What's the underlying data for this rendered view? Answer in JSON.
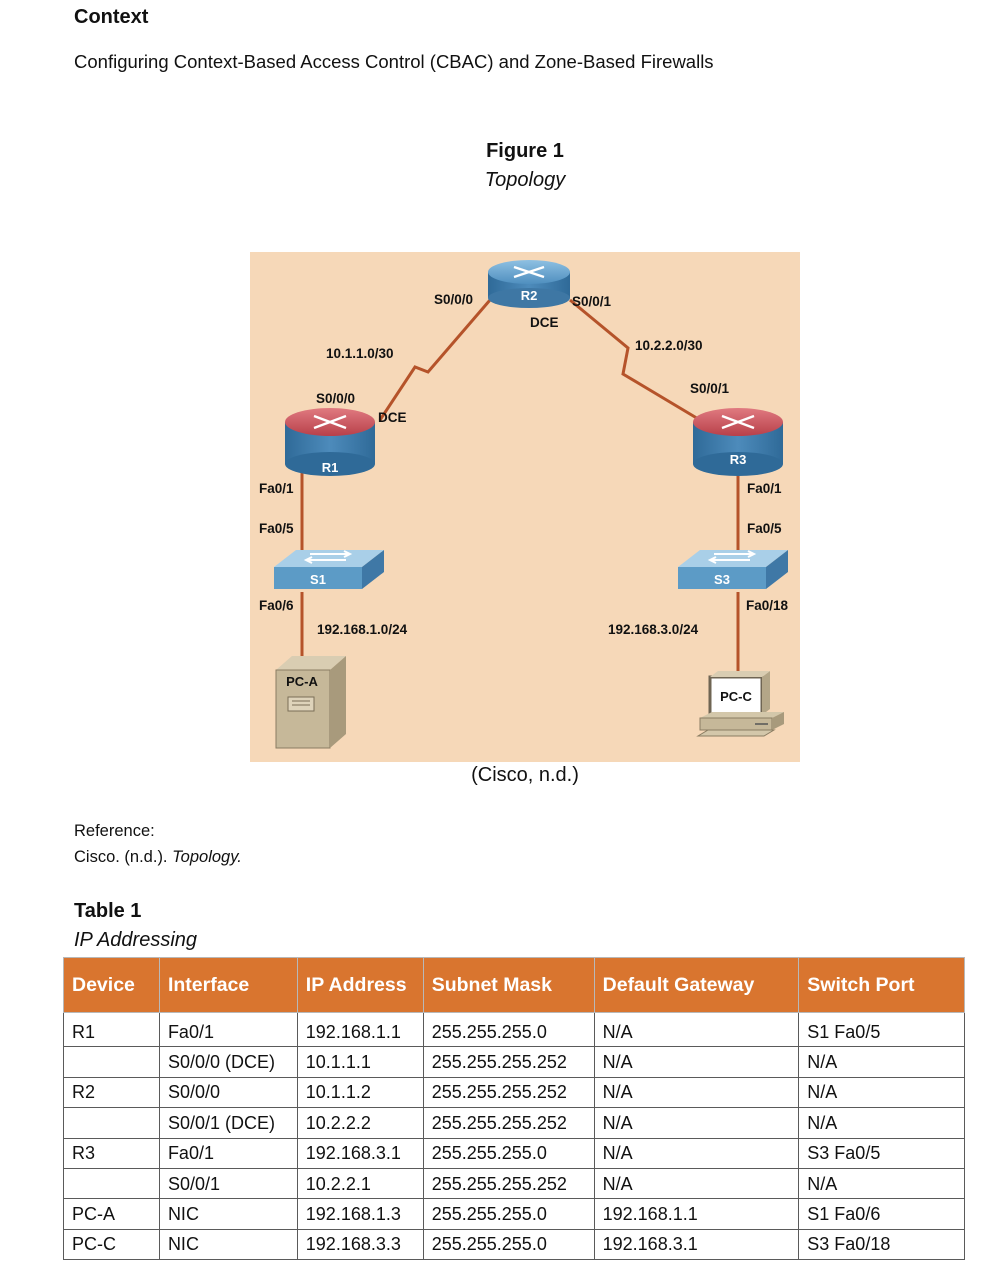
{
  "context": {
    "heading": "Context",
    "subtitle": "Configuring Context-Based Access Control (CBAC) and Zone-Based Firewalls"
  },
  "figure": {
    "label": "Figure 1",
    "title": "Topology",
    "caption": "(Cisco, n.d.)",
    "devices": {
      "r1": "R1",
      "r2": "R2",
      "r3": "R3",
      "s1": "S1",
      "s3": "S3",
      "pca": "PC-A",
      "pcc": "PC-C"
    },
    "links": {
      "net_r1_r2": "10.1.1.0/30",
      "net_r2_r3": "10.2.2.0/30",
      "lan1": "192.168.1.0/24",
      "lan3": "192.168.3.0/24"
    },
    "ports": {
      "r2_s000": "S0/0/0",
      "r2_s001": "S0/0/1",
      "r2_dce": "DCE",
      "r1_s000": "S0/0/0",
      "r1_dce": "DCE",
      "r3_s001": "S0/0/1",
      "r1_fa01": "Fa0/1",
      "s1_fa05": "Fa0/5",
      "s1_fa06": "Fa0/6",
      "r3_fa01": "Fa0/1",
      "s3_fa05": "Fa0/5",
      "s3_fa018": "Fa0/18"
    },
    "colors": {
      "background": "#f6d8b8",
      "router_top": "#c94b53",
      "router_body": "#3f78a6",
      "switch": "#5c9bc6",
      "cable": "#b5532a"
    }
  },
  "reference": {
    "label": "Reference:",
    "text": "Cisco. (n.d.). ",
    "title_italic": "Topology."
  },
  "table": {
    "label": "Table 1",
    "title": "IP Addressing",
    "header_color": "#d9752f",
    "headers": [
      "Device",
      "Interface",
      "IP Address",
      "Subnet Mask",
      "Default Gateway",
      "Switch Port"
    ],
    "rows": [
      [
        "R1",
        "Fa0/1",
        "192.168.1.1",
        "255.255.255.0",
        "N/A",
        "S1 Fa0/5"
      ],
      [
        "",
        "S0/0/0 (DCE)",
        "10.1.1.1",
        "255.255.255.252",
        "N/A",
        "N/A"
      ],
      [
        "R2",
        "S0/0/0",
        "10.1.1.2",
        "255.255.255.252",
        "N/A",
        "N/A"
      ],
      [
        "",
        "S0/0/1 (DCE)",
        "10.2.2.2",
        "255.255.255.252",
        "N/A",
        "N/A"
      ],
      [
        "R3",
        "Fa0/1",
        "192.168.3.1",
        "255.255.255.0",
        "N/A",
        "S3 Fa0/5"
      ],
      [
        "",
        "S0/0/1",
        "10.2.2.1",
        "255.255.255.252",
        "N/A",
        "N/A"
      ],
      [
        "PC-A",
        "NIC",
        "192.168.1.3",
        "255.255.255.0",
        "192.168.1.1",
        "S1 Fa0/6"
      ],
      [
        "PC-C",
        "NIC",
        "192.168.3.3",
        "255.255.255.0",
        "192.168.3.1",
        "S3 Fa0/18"
      ]
    ]
  }
}
